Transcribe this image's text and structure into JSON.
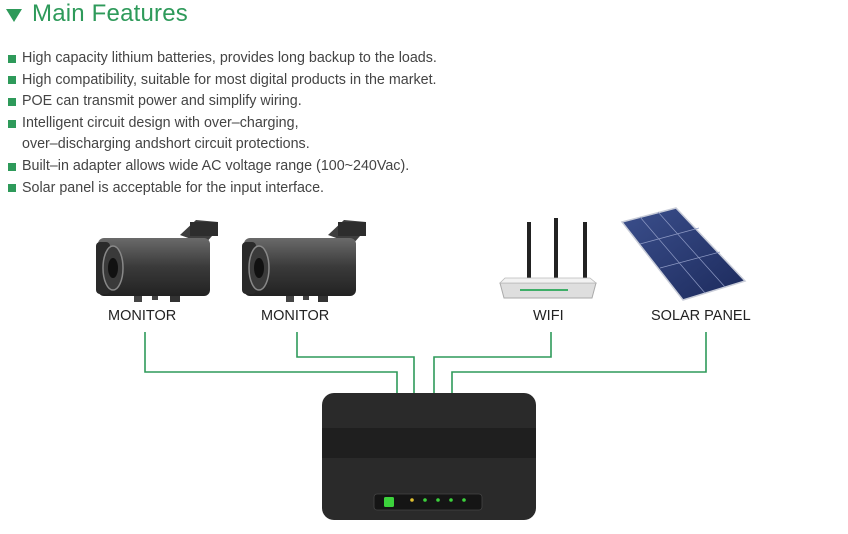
{
  "section": {
    "title": "Main Features"
  },
  "features": [
    {
      "lines": [
        "High capacity lithium batteries, provides long backup to the loads."
      ]
    },
    {
      "lines": [
        "High compatibility, suitable for most digital products in the market."
      ]
    },
    {
      "lines": [
        "POE can transmit power and simplify wiring."
      ]
    },
    {
      "lines": [
        "Intelligent circuit design with over–charging,",
        "over–discharging andshort circuit protections."
      ]
    },
    {
      "lines": [
        "Built–in adapter allows wide AC voltage range (100~240Vac)."
      ]
    },
    {
      "lines": [
        "Solar panel is acceptable for the input interface."
      ]
    }
  ],
  "devices": {
    "monitor1": "MONITOR",
    "monitor2": "MONITOR",
    "wifi": "WIFI",
    "solar": "SOLAR PANEL"
  },
  "colors": {
    "accent": "#2e9a5a",
    "connector": "#2e9a5a",
    "ups_body": "#2a2a2a",
    "led_green": "#3cd23c",
    "led_yellow": "#e0c030"
  },
  "icons": [
    "triangle-down-icon",
    "square-bullet-icon",
    "cctv-camera-icon",
    "wifi-router-icon",
    "solar-panel-icon",
    "power-button-icon"
  ]
}
